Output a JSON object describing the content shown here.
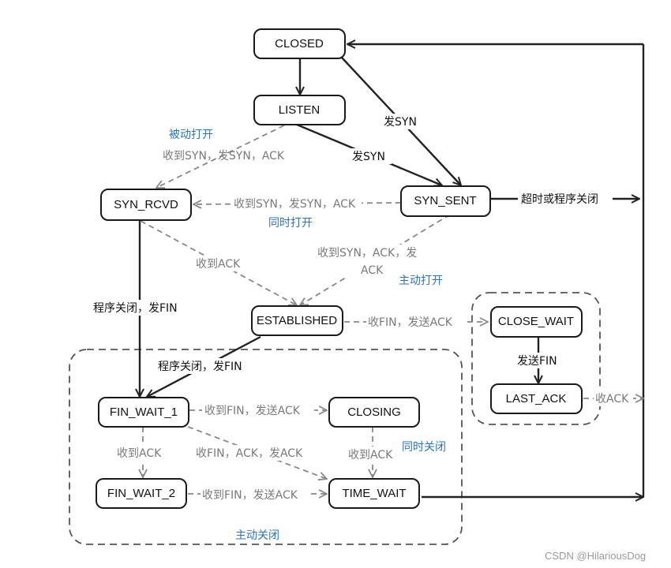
{
  "states": {
    "closed": "CLOSED",
    "listen": "LISTEN",
    "syn_rcvd": "SYN_RCVD",
    "syn_sent": "SYN_SENT",
    "established": "ESTABLISHED",
    "close_wait": "CLOSE_WAIT",
    "last_ack": "LAST_ACK",
    "fin_wait_1": "FIN_WAIT_1",
    "closing": "CLOSING",
    "fin_wait_2": "FIN_WAIT_2",
    "time_wait": "TIME_WAIT"
  },
  "edges": {
    "closed_to_syn_sent": "发SYN",
    "listen_to_syn_sent": "发SYN",
    "listen_to_syn_rcvd": "收到SYN，发SYN，ACK",
    "syn_sent_to_syn_rcvd": "收到SYN，发SYN，ACK",
    "syn_sent_timeout": "超时或程序关闭",
    "syn_rcvd_to_established": "收到ACK",
    "syn_sent_to_established_line1": "收到SYN，ACK，发",
    "syn_sent_to_established_line2": "ACK",
    "syn_rcvd_to_fin_wait_1": "程序关闭，发FIN",
    "established_to_fin_wait_1": "程序关闭，发FIN",
    "established_to_close_wait": "收FIN，发送ACK",
    "close_wait_to_last_ack": "发送FIN",
    "last_ack_to_closed": "收ACK",
    "fin_wait_1_to_closing": "收到FIN，发送ACK",
    "fin_wait_1_to_fin_wait_2": "收到ACK",
    "fin_wait_1_to_time_wait": "收FIN，ACK，发ACK",
    "closing_to_time_wait": "收到ACK",
    "fin_wait_2_to_time_wait": "收到FIN，发送ACK"
  },
  "notes": {
    "passive_open": "被动打开",
    "simultaneous_open": "同时打开",
    "active_open": "主动打开",
    "simultaneous_close": "同时关闭",
    "active_close": "主动关闭"
  },
  "watermark": "CSDN @HilariousDog"
}
